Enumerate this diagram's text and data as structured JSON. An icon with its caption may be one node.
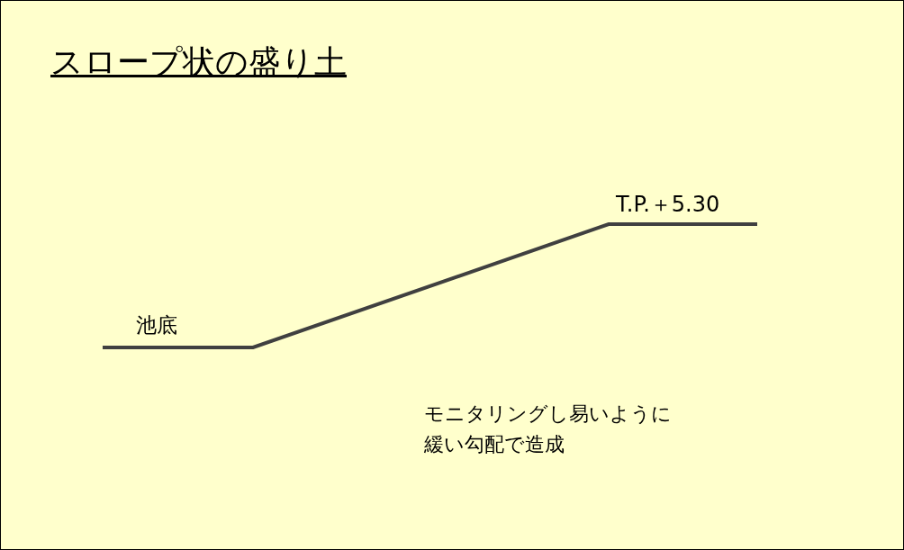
{
  "diagram": {
    "title": "スロープ状の盛り土",
    "labels": [
      "T.P.＋5.30",
      "池底",
      "モニタリングし易いように緩い勾配で造成"
    ]
  }
}
